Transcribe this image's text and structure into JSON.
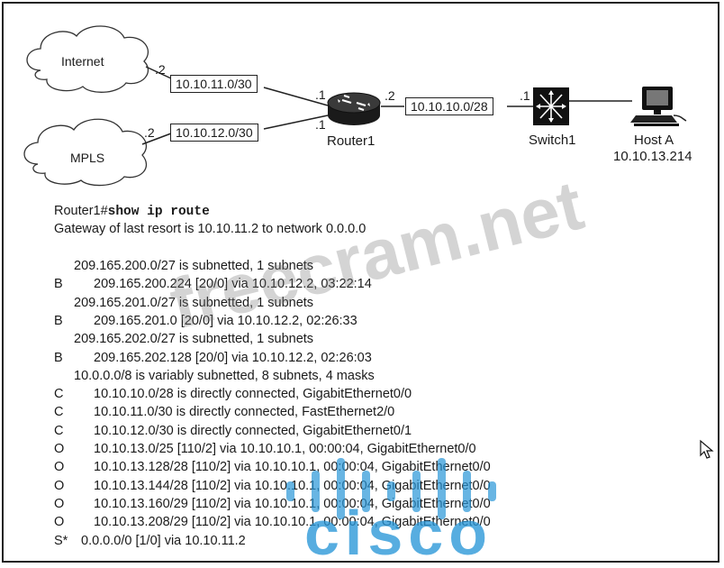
{
  "diagram": {
    "clouds": {
      "internet": "Internet",
      "mpls": "MPLS"
    },
    "links": {
      "internet_subnet": "10.10.11.0/30",
      "mpls_subnet": "10.10.12.0/30",
      "switch_subnet": "10.10.10.0/28"
    },
    "interface_labels": {
      "internet_side": ".2",
      "mpls_side": ".2",
      "router_to_internet": ".1",
      "router_to_mpls": ".1",
      "router_to_switch": ".2",
      "switch_side": ".1"
    },
    "devices": {
      "router": "Router1",
      "switch": "Switch1",
      "host_name": "Host A",
      "host_ip": "10.10.13.214"
    }
  },
  "cli": {
    "prompt": "Router1#",
    "command": "show ip route",
    "gateway_line": "Gateway of last resort is 10.10.11.2 to network 0.0.0.0",
    "routes": [
      {
        "code": "",
        "text": "209.165.200.0/27 is subnetted, 1 subnets"
      },
      {
        "code": "B",
        "text": "209.165.200.224 [20/0] via 10.10.12.2, 03:22:14"
      },
      {
        "code": "",
        "text": "209.165.201.0/27 is subnetted, 1 subnets"
      },
      {
        "code": "B",
        "text": "209.165.201.0 [20/0] via 10.10.12.2, 02:26:33"
      },
      {
        "code": "",
        "text": "209.165.202.0/27 is subnetted, 1 subnets"
      },
      {
        "code": "B",
        "text": "209.165.202.128 [20/0] via 10.10.12.2, 02:26:03"
      },
      {
        "code": "",
        "text": "10.0.0.0/8 is variably subnetted, 8 subnets, 4 masks"
      },
      {
        "code": "C",
        "text": "10.10.10.0/28 is directly connected, GigabitEthernet0/0"
      },
      {
        "code": "C",
        "text": "10.10.11.0/30 is directly connected, FastEthernet2/0"
      },
      {
        "code": "C",
        "text": "10.10.12.0/30 is directly connected, GigabitEthernet0/1"
      },
      {
        "code": "O",
        "text": "10.10.13.0/25 [110/2] via 10.10.10.1, 00:00:04, GigabitEthernet0/0"
      },
      {
        "code": "O",
        "text": "10.10.13.128/28 [110/2] via 10.10.10.1, 00:00:04, GigabitEthernet0/0"
      },
      {
        "code": "O",
        "text": "10.10.13.144/28 [110/2] via 10.10.10.1, 00:00:04, GigabitEthernet0/0"
      },
      {
        "code": "O",
        "text": "10.10.13.160/29 [110/2] via 10.10.10.1, 00:00:04, GigabitEthernet0/0"
      },
      {
        "code": "O",
        "text": "10.10.13.208/29 [110/2] via 10.10.10.1, 00:00:04, GigabitEthernet0/0"
      },
      {
        "code": "S*",
        "text": "0.0.0.0/0 [1/0] via 10.10.11.2"
      }
    ]
  },
  "watermark": {
    "site": "freecram.net",
    "logo": "cisco"
  }
}
